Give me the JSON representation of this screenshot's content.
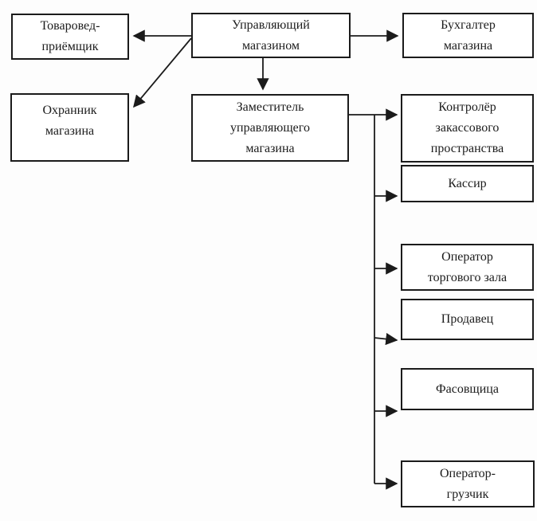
{
  "diagram": {
    "type": "org-chart",
    "title": "",
    "colors": {
      "line": "#1b1b1b",
      "box_border": "#1b1b1b",
      "box_background": "#ffffff",
      "text": "#1c1c1c",
      "page_background": "#fdfdfd"
    },
    "nodes": {
      "upravlyayushchiy": {
        "label": "Управляющий\nмагазином"
      },
      "tovaroved": {
        "label": "Товаровед-\nприёмщик"
      },
      "bukhgalter": {
        "label": "Бухгалтер\nмагазина"
      },
      "okhrannik": {
        "label": "Охранник\nмагазина"
      },
      "zamestitel": {
        "label": "Заместитель\nуправляющего\nмагазина"
      },
      "kontroler": {
        "label": "Контролёр\nзакассового\nпространства"
      },
      "kassir": {
        "label": "Кассир"
      },
      "operator_zala": {
        "label": "Оператор\nторгового зала"
      },
      "prodavets": {
        "label": "Продавец"
      },
      "fasovshchitsa": {
        "label": "Фасовщица"
      },
      "gruzchik": {
        "label": "Оператор-\nгрузчик"
      }
    },
    "edges": [
      {
        "from": "Управляющий магазином",
        "to": "Товаровед-приёмщик"
      },
      {
        "from": "Управляющий магазином",
        "to": "Бухгалтер магазина"
      },
      {
        "from": "Управляющий магазином",
        "to": "Охранник магазина"
      },
      {
        "from": "Управляющий магазином",
        "to": "Заместитель управляющего магазина"
      },
      {
        "from": "Заместитель управляющего магазина",
        "to": "Контролёр закассового пространства"
      },
      {
        "from": "Заместитель управляющего магазина",
        "to": "Кассир"
      },
      {
        "from": "Заместитель управляющего магазина",
        "to": "Оператор торгового зала"
      },
      {
        "from": "Заместитель управляющего магазина",
        "to": "Продавец"
      },
      {
        "from": "Заместитель управляющего магазина",
        "to": "Фасовщица"
      },
      {
        "from": "Заместитель управляющего магазина",
        "to": "Оператор-грузчик"
      }
    ]
  }
}
